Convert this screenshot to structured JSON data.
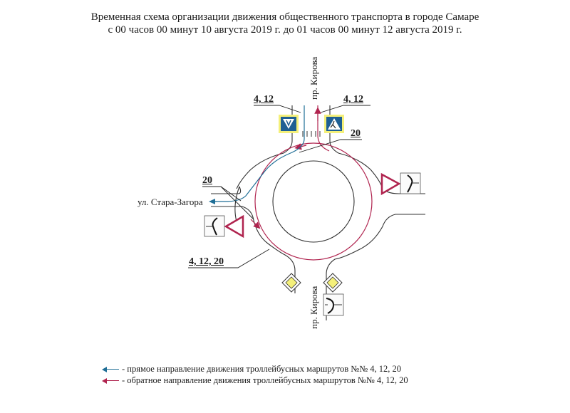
{
  "header": {
    "title_line1": "Временная схема организации движения общественного транспорта в городе Самаре",
    "title_line2": "с 00 часов 00 минут 10 августа 2019 г. до 01 часов 00 минут 12 августа 2019 г."
  },
  "streets": {
    "north": "пр. Кирова",
    "south": "пр. Кирова",
    "west": "ул. Стара-Загора"
  },
  "route_labels": {
    "north_left": "4, 12",
    "north_right": "4, 12",
    "north_ring": "20",
    "west_upper": "20",
    "southwest": "4, 12, 20"
  },
  "signs": [
    {
      "name": "detour-sign",
      "location": "north-left"
    },
    {
      "name": "pedestrian-crossing-sign",
      "location": "north-right"
    },
    {
      "name": "give-way-sign",
      "location": "east"
    },
    {
      "name": "roundabout-plate",
      "location": "east"
    },
    {
      "name": "give-way-sign",
      "location": "west"
    },
    {
      "name": "roundabout-plate",
      "location": "west"
    },
    {
      "name": "main-road-sign",
      "location": "south-left"
    },
    {
      "name": "main-road-sign",
      "location": "south-right"
    },
    {
      "name": "roundabout-plate",
      "location": "south-right"
    }
  ],
  "legend": {
    "forward": "- прямое направление движения троллейбусных маршрутов №№ 4, 12, 20",
    "reverse": "- обратное направление движения троллейбусных маршрутов №№ 4, 12, 20"
  },
  "colors": {
    "forward_route": "#1f6e96",
    "reverse_route": "#b0244f",
    "road_line": "#333333",
    "sign_blue": "#1e5f93",
    "sign_yellow_bg": "#f4f07a"
  }
}
